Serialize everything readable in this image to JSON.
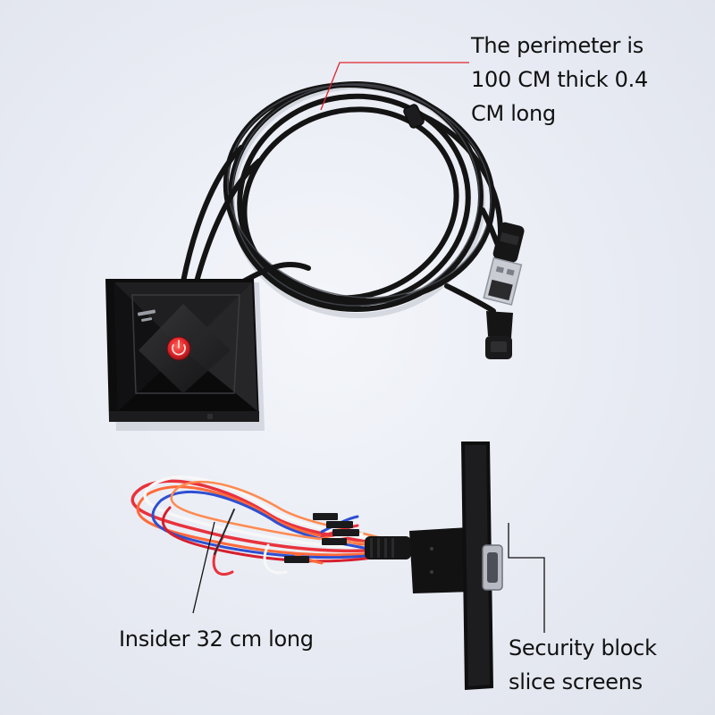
{
  "annotations": {
    "perimeter": {
      "line1": "The perimeter is",
      "line2": "100 CM thick 0.4",
      "line3": "CM long"
    },
    "insider": {
      "text": "Insider 32 cm long"
    },
    "security": {
      "line1": "Security block",
      "line2": "slice screens"
    }
  },
  "colors": {
    "background": "#e8ebf3",
    "cable": "#141414",
    "callout_line": "#e0242c",
    "power_button": "#e2262b",
    "wire_red": "#e8323c",
    "wire_blue": "#2e4fd1",
    "wire_white": "#f7f7f7",
    "wire_orange": "#ff6a3a"
  },
  "icons": {
    "device": "power-switch-box-icon",
    "button": "power-button-icon",
    "plug": "usb-plug-icon",
    "connector": "db9-connector-icon"
  }
}
